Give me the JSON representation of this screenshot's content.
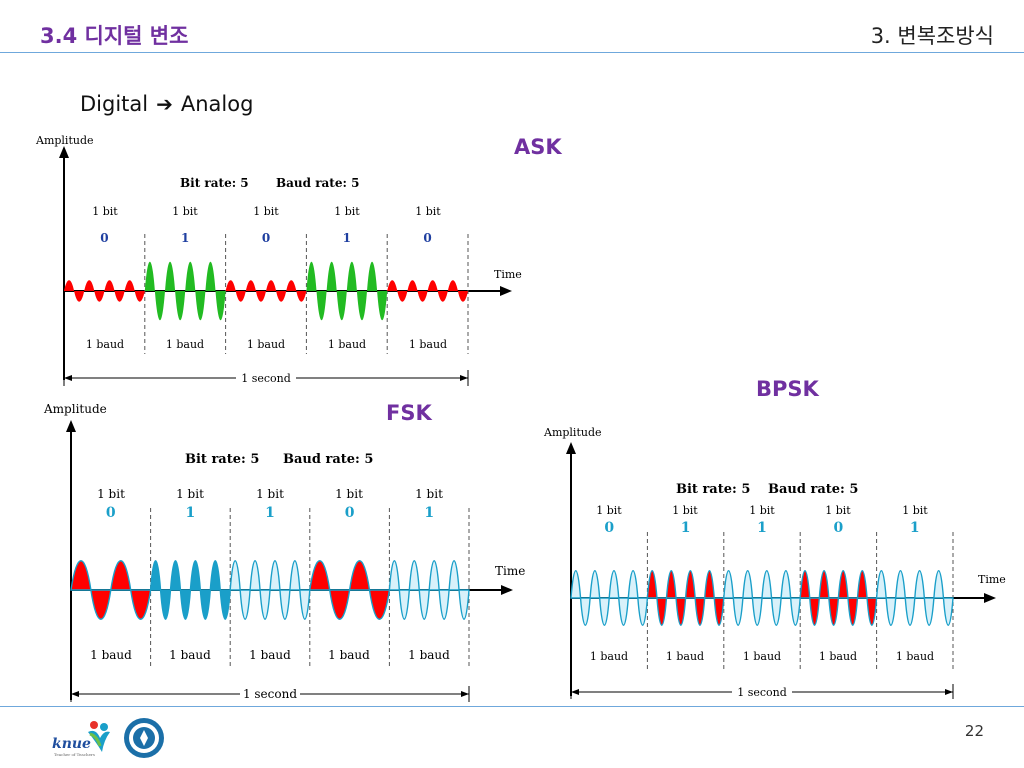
{
  "header": {
    "slide_title": "3.4 디지털 변조",
    "chapter": "3. 변복조방식"
  },
  "subtitle": {
    "left": "Digital",
    "arrow": "➔",
    "right": "Analog"
  },
  "labels": {
    "ask": "ASK",
    "fsk": "FSK",
    "bpsk": "BPSK"
  },
  "figure_common": {
    "amplitude": "Amplitude",
    "time": "Time",
    "bit_rate": "Bit rate: 5",
    "baud_rate": "Baud rate: 5",
    "bit": "1 bit",
    "baud": "1 baud",
    "second": "1 second"
  },
  "figures": {
    "ask": {
      "bits": [
        0,
        1,
        0,
        1,
        0
      ],
      "colors": {
        "bit0": "#ff0000",
        "bit1": "#22bb22",
        "digit": "#1f3fa0"
      }
    },
    "fsk": {
      "bits": [
        0,
        1,
        1,
        0,
        1
      ],
      "colors": {
        "bit0": "#ff0000",
        "bit1": "#1a9fc9",
        "digit": "#1a9fc9"
      }
    },
    "bpsk": {
      "bits": [
        0,
        1,
        1,
        0,
        1
      ],
      "colors": {
        "highlight": "#ff0000",
        "base": "#1a9fc9",
        "digit": "#1a9fc9"
      }
    }
  },
  "footer": {
    "page": "22",
    "logo_text": "knue",
    "logo_sub": "Teacher of Teachers"
  }
}
